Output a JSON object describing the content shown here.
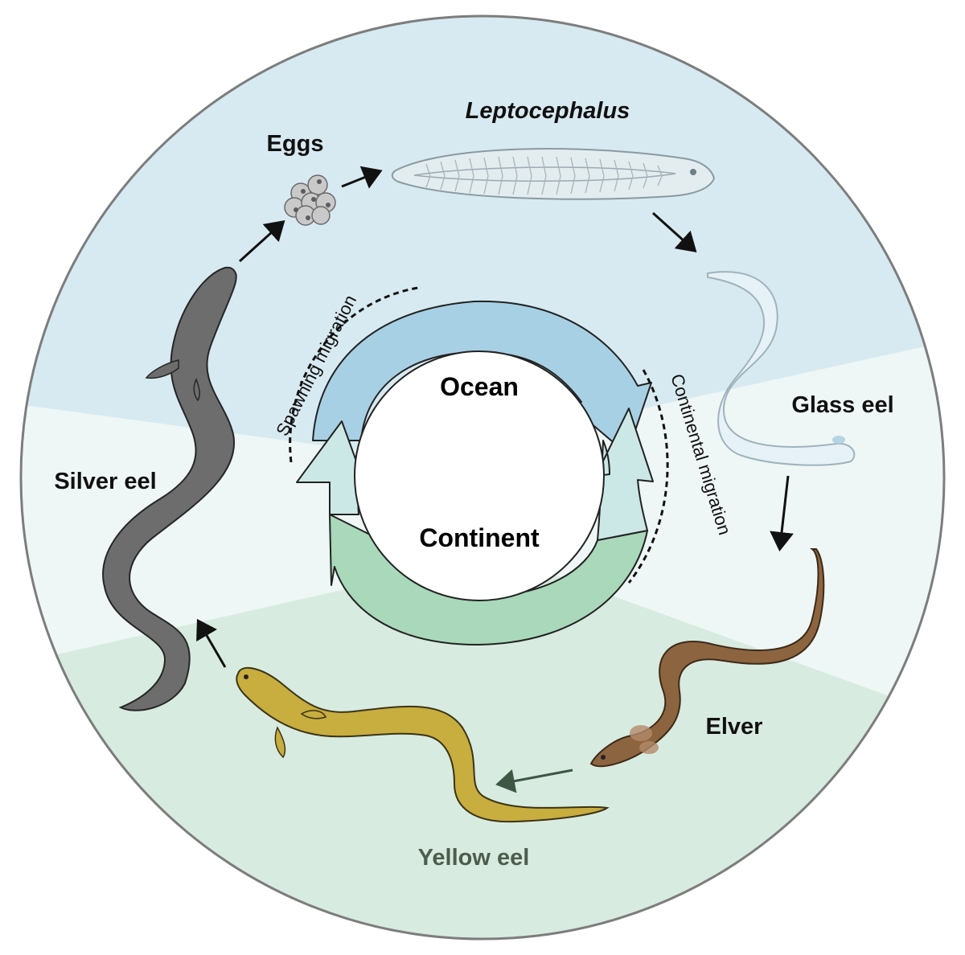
{
  "diagram": {
    "zones": {
      "ocean_color": "#d8eaf1",
      "transition_color": "#eef7f5",
      "continent_color": "#d8ebe0"
    },
    "stages": {
      "eggs": "Eggs",
      "leptocephalus": "Leptocephalus",
      "glass_eel": "Glass eel",
      "elver": "Elver",
      "yellow_eel": "Yellow eel",
      "silver_eel": "Silver eel"
    },
    "center": {
      "ocean": "Ocean",
      "continent": "Continent"
    },
    "migrations": {
      "spawning": "Spawning migration",
      "continental": "Continental migration"
    },
    "colors": {
      "ocean_arrow": "#a8d0e4",
      "transition_arrow": "#cce8e6",
      "continent_arrow": "#a9d8bb",
      "silver_eel": "#6d6d6d",
      "yellow_eel": "#c8ad3f",
      "elver": "#8c6540",
      "glass_eel": "#e6f2f7",
      "stage_arrow": "#111111",
      "yellow_arrow": "#3d5646"
    }
  }
}
